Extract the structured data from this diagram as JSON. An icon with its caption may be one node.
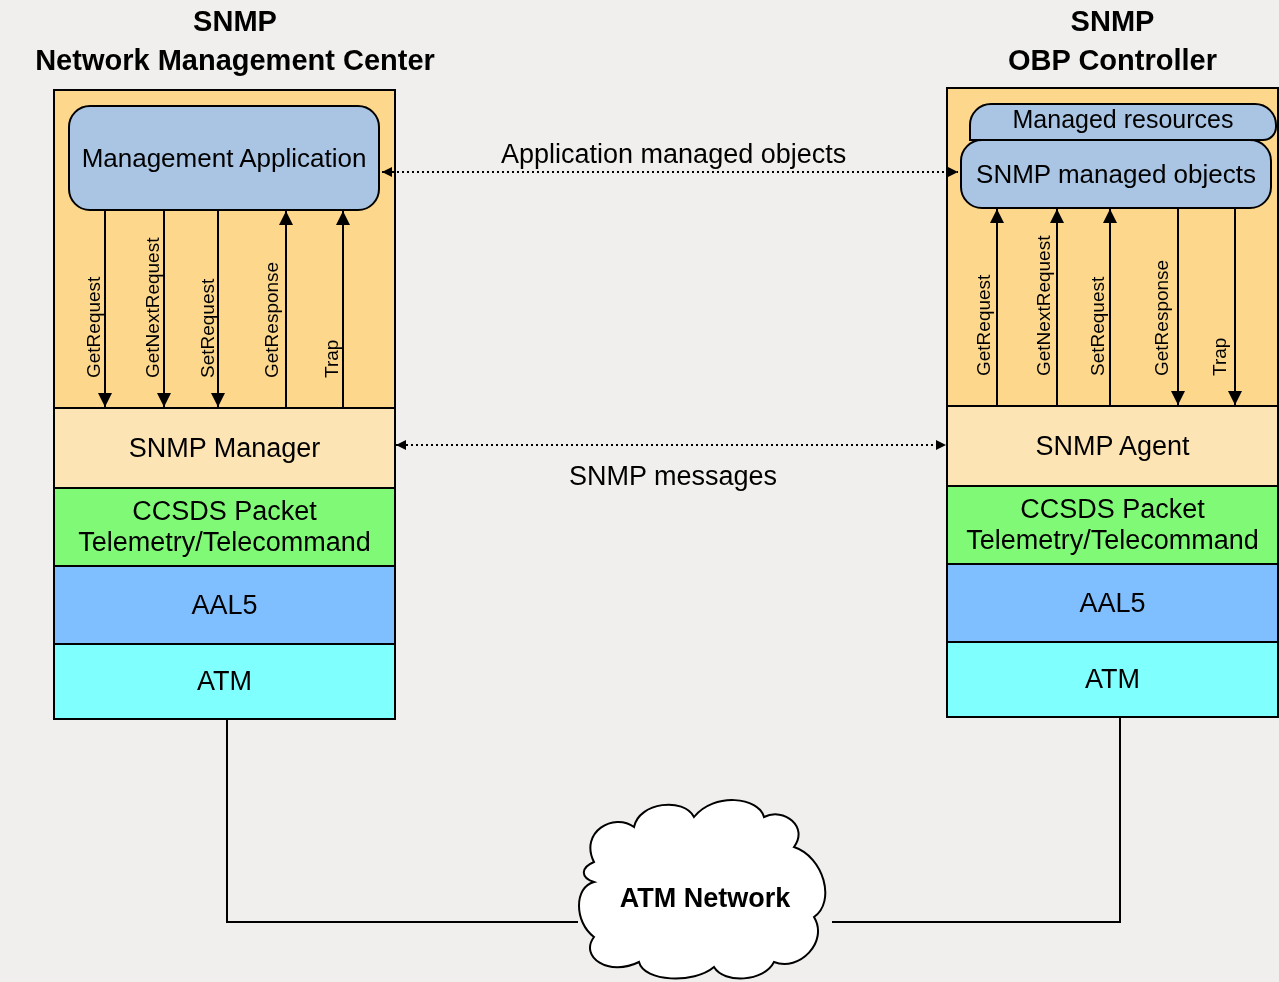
{
  "diagram": {
    "nodes": [
      {
        "text": [
          "SNMP",
          "Network Management Center"
        ]
      },
      {
        "text": [
          "Management Application"
        ],
        "in": 0
      },
      {
        "text": [
          "SNMP Manager"
        ],
        "in": 0
      },
      {
        "text": [
          "CCSDS Packet Telemetry/Telecommand"
        ],
        "in": 0
      },
      {
        "text": [
          "AAL5"
        ],
        "in": 0
      },
      {
        "text": [
          "ATM"
        ],
        "in": 0
      },
      {
        "text": [
          "SNMP",
          "OBP Controller"
        ]
      },
      {
        "text": [
          "Managed resources"
        ],
        "in": 6
      },
      {
        "text": [
          "SNMP managed objects"
        ],
        "in": 6
      },
      {
        "text": [
          "SNMP Agent"
        ],
        "in": 6
      },
      {
        "text": [
          "CCSDS Packet Telemetry/Telecommand"
        ],
        "in": 6
      },
      {
        "text": [
          "AAL5"
        ],
        "in": 6
      },
      {
        "text": [
          "ATM"
        ],
        "in": 6
      },
      {
        "text": [
          "ATM Network"
        ]
      }
    ],
    "edges": [
      {
        "from": 1,
        "to": 2,
        "arrow": "to",
        "label": "GetRequest"
      },
      {
        "from": 1,
        "to": 2,
        "arrow": "to",
        "label": "GetNextRequest"
      },
      {
        "from": 1,
        "to": 2,
        "arrow": "to",
        "label": "SetRequest"
      },
      {
        "from": 2,
        "to": 1,
        "arrow": "to",
        "label": "GetResponse"
      },
      {
        "from": 2,
        "to": 1,
        "arrow": "to",
        "label": "Trap"
      },
      {
        "from": 9,
        "to": 8,
        "arrow": "to",
        "label": "GetRequest"
      },
      {
        "from": 9,
        "to": 8,
        "arrow": "to",
        "label": "GetNextRequest"
      },
      {
        "from": 9,
        "to": 8,
        "arrow": "to",
        "label": "SetRequest"
      },
      {
        "from": 8,
        "to": 9,
        "arrow": "to",
        "label": "GetResponse"
      },
      {
        "from": 8,
        "to": 9,
        "arrow": "to",
        "label": "Trap"
      },
      {
        "from": 1,
        "to": 8,
        "arrow": "both",
        "label": "Application managed objects",
        "style": "dashed"
      },
      {
        "from": 2,
        "to": 9,
        "arrow": "both",
        "label": "SNMP messages",
        "style": "dashed"
      },
      {
        "from": 5,
        "to": 13,
        "arrow": "none"
      },
      {
        "from": 12,
        "to": 13,
        "arrow": "none"
      }
    ]
  }
}
